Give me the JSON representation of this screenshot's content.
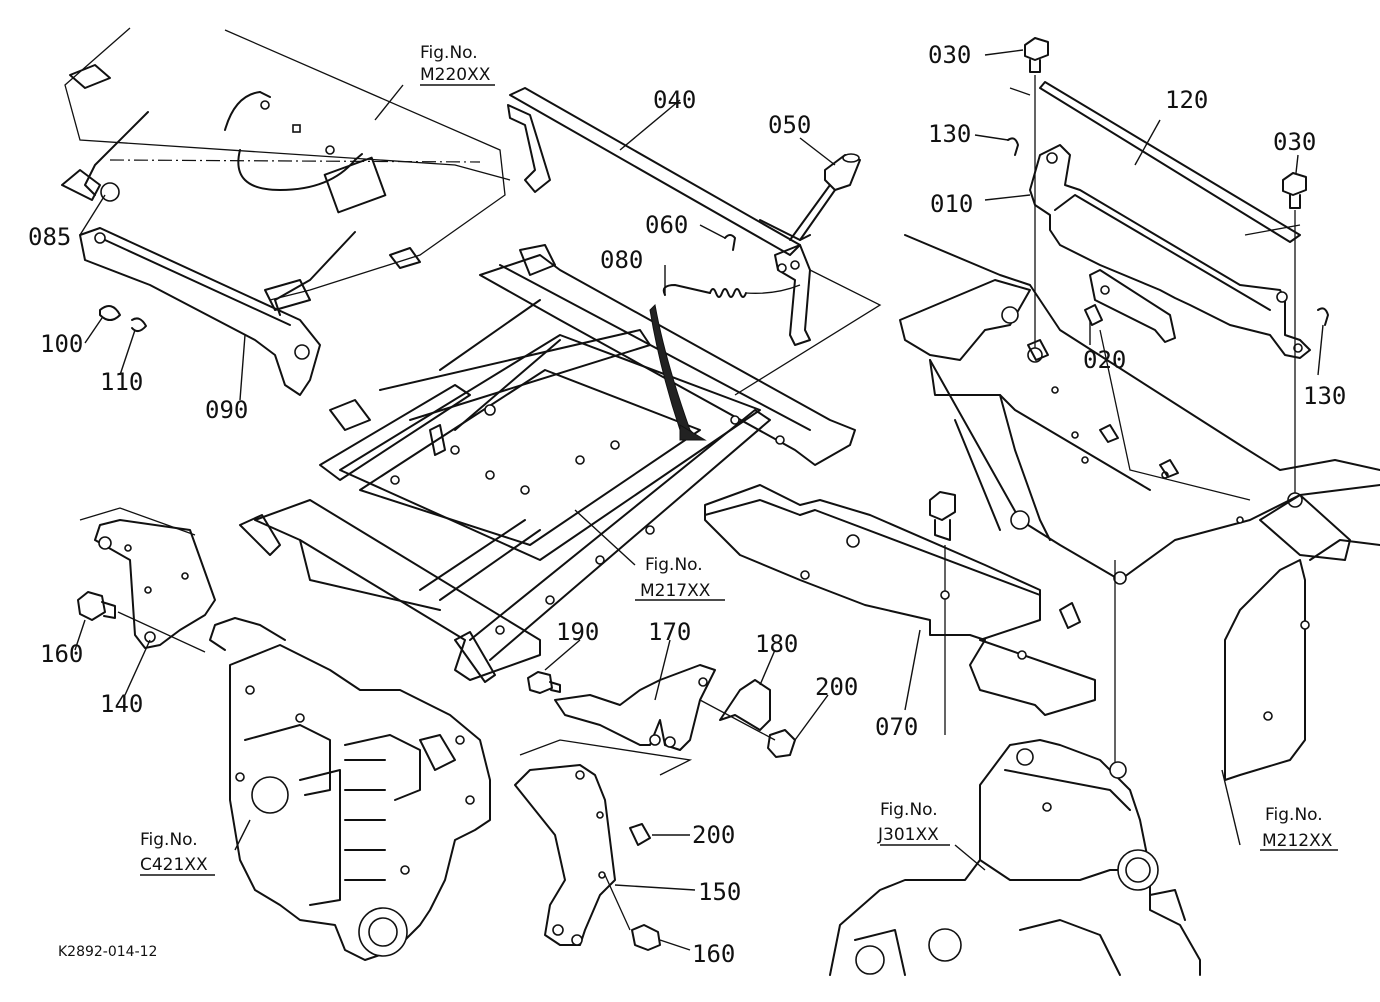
{
  "diagram": {
    "drawing_code": "K2892-014-12",
    "figure_references": [
      {
        "id": "fig-m220",
        "label": "Fig.No.",
        "code": "M220XX"
      },
      {
        "id": "fig-m217",
        "label": "Fig.No.",
        "code": "M217XX"
      },
      {
        "id": "fig-j301",
        "label": "Fig.No.",
        "code": "J301XX"
      },
      {
        "id": "fig-m212",
        "label": "Fig.No.",
        "code": "M212XX"
      },
      {
        "id": "fig-c421",
        "label": "Fig.No.",
        "code": "C421XX"
      }
    ],
    "part_callouts": [
      "010",
      "020",
      "030",
      "030",
      "040",
      "050",
      "060",
      "070",
      "080",
      "085",
      "090",
      "100",
      "110",
      "120",
      "130",
      "130",
      "140",
      "150",
      "160",
      "160",
      "170",
      "180",
      "190",
      "200",
      "200"
    ]
  }
}
